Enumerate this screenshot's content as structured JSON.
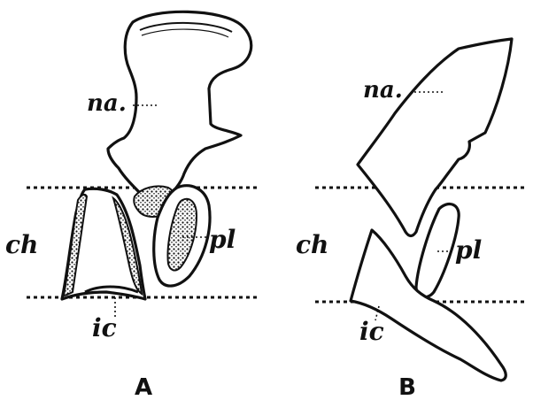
{
  "panels": [
    {
      "caption": "A",
      "labels": {
        "neural_arch": "na.",
        "centrum_height": "ch",
        "pleurocentrum": "pl",
        "intercentrum": "ic"
      }
    },
    {
      "caption": "B",
      "labels": {
        "neural_arch": "na.",
        "centrum_height": "ch",
        "pleurocentrum": "pl",
        "intercentrum": "ic"
      }
    }
  ],
  "colors": {
    "ink": "#111111",
    "paper": "#ffffff"
  }
}
